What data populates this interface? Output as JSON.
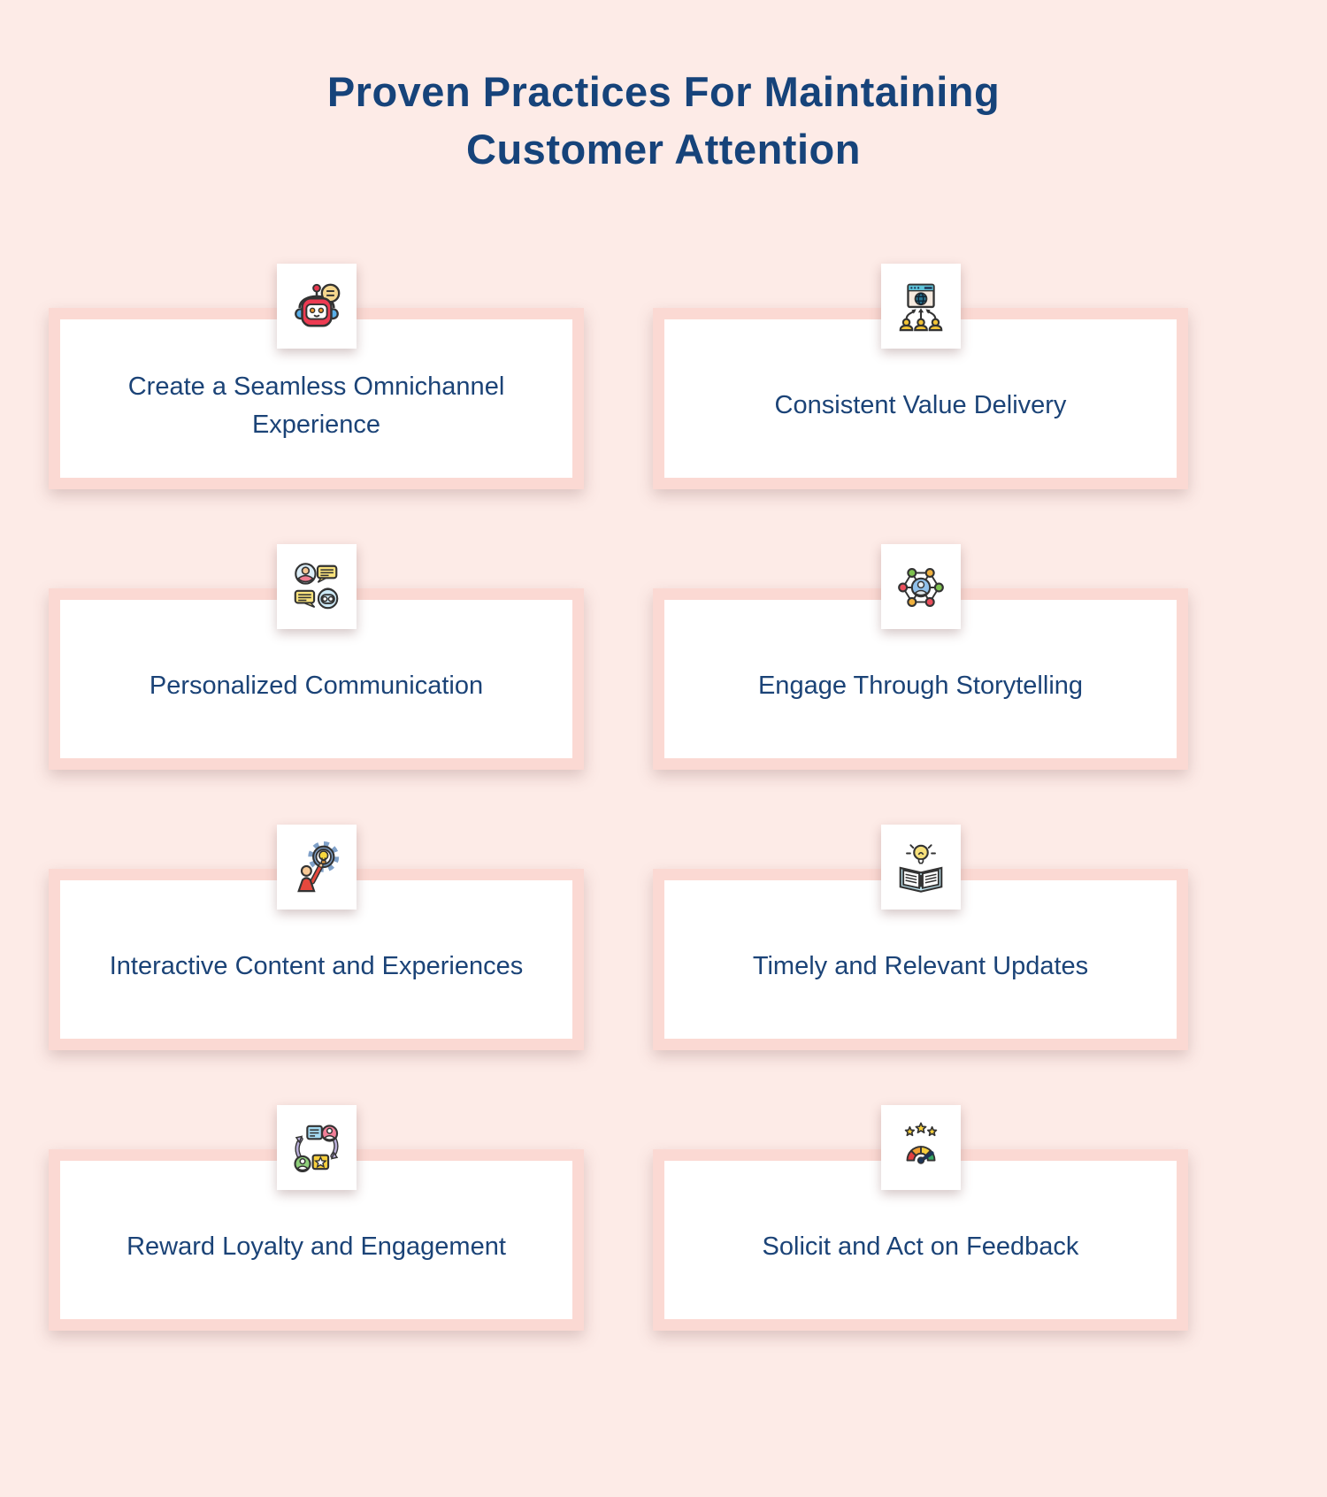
{
  "page": {
    "title": "Proven Practices For Maintaining Customer Attention"
  },
  "colors": {
    "background": "#fdebe7",
    "card_border": "#fbd9d3",
    "card_bg": "#ffffff",
    "heading": "#16437a",
    "label": "#1b4377"
  },
  "cards": [
    {
      "label": "Create a Seamless Omnichannel Experience",
      "icon": "chatbot-robot-icon"
    },
    {
      "label": "Consistent Value Delivery",
      "icon": "globe-distribution-icon"
    },
    {
      "label": "Personalized Communication",
      "icon": "person-bot-chat-icon"
    },
    {
      "label": "Engage Through Storytelling",
      "icon": "person-network-icon"
    },
    {
      "label": "Interactive Content and Experiences",
      "icon": "person-gear-lightbulb-icon"
    },
    {
      "label": "Timely and Relevant Updates",
      "icon": "book-lightbulb-icon"
    },
    {
      "label": "Reward Loyalty and Engagement",
      "icon": "loyalty-cycle-icon"
    },
    {
      "label": "Solicit and Act on Feedback",
      "icon": "feedback-gauge-icon"
    }
  ]
}
